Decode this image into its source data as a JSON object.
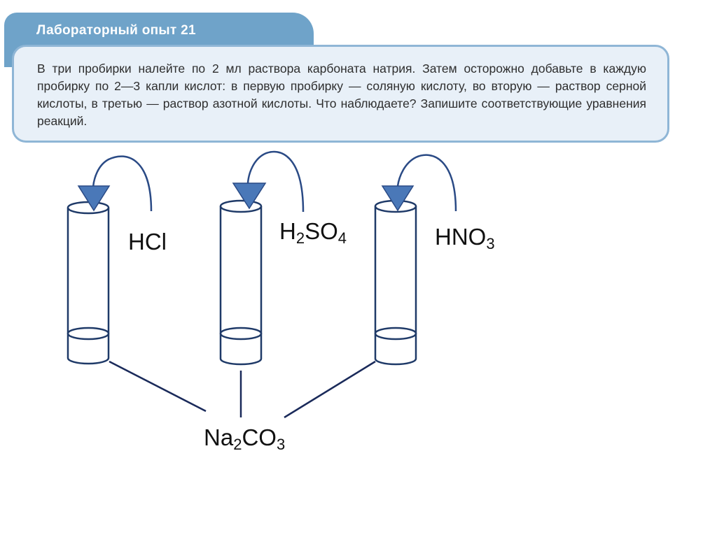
{
  "header": {
    "title": "Лабораторный опыт 21"
  },
  "task": {
    "text": "В три пробирки налейте по 2 мл раствора карбоната натрия. Затем осторожно добавьте в каждую пробирку по 2—3 капли кислот: в первую пробирку — соляную кислоту, во вторую — раствор серной кислоты, в третью — раствор азотной кислоты. Что наблюдаете? Запишите соответствующие уравнения реакций."
  },
  "diagram": {
    "tube1_reagent": "HCl",
    "tube2_reagent": {
      "a": "H",
      "b": "2",
      "c": "SO",
      "d": "4"
    },
    "tube3_reagent": {
      "a": "HNO",
      "b": "3"
    },
    "base_reagent": {
      "a": "Na",
      "b": "2",
      "c": "CO",
      "d": "3"
    },
    "colors": {
      "tube": "#1f3a68",
      "arrow": "#4a78b8",
      "connector": "#1a2a5a"
    },
    "icons": [
      "test-tube",
      "dropper-arrow"
    ]
  }
}
